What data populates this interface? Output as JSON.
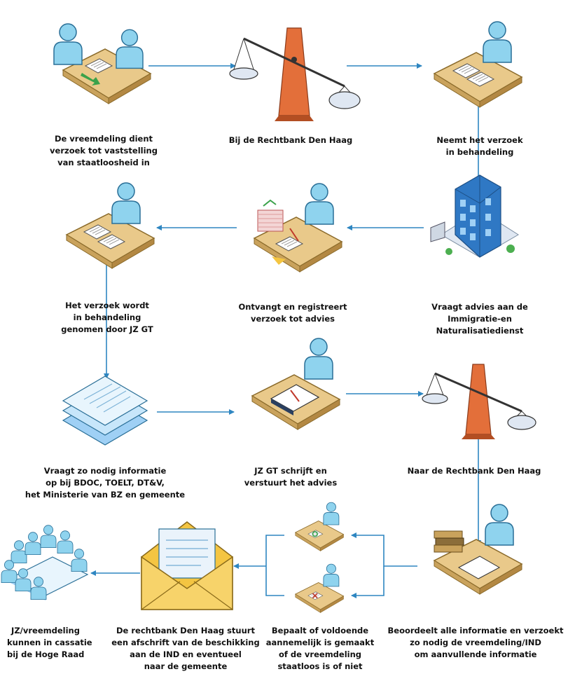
{
  "steps": [
    {
      "id": "indienen",
      "lines": [
        "De vreemdeling dient",
        "verzoek tot vaststelling",
        "van staatloosheid in"
      ]
    },
    {
      "id": "rechtbank1",
      "lines": [
        "Bij de Rechtbank Den Haag"
      ]
    },
    {
      "id": "behandeling1",
      "lines": [
        "Neemt het verzoek",
        "in behandeling"
      ]
    },
    {
      "id": "jzgt-behandeling",
      "lines": [
        "Het verzoek wordt",
        "in behandeling",
        "genomen door JZ GT"
      ]
    },
    {
      "id": "ontvangt",
      "lines": [
        "Ontvangt en registreert",
        "verzoek tot advies"
      ]
    },
    {
      "id": "ind",
      "lines": [
        "Vraagt advies aan de",
        "Immigratie-en",
        "Naturalisatiedienst"
      ]
    },
    {
      "id": "informatie",
      "lines": [
        "Vraagt zo nodig informatie",
        "op bij BDOC, TOELT, DT&V,",
        "het Ministerie van BZ en gemeente"
      ]
    },
    {
      "id": "advies",
      "lines": [
        "JZ GT schrijft en",
        "verstuurt het advies"
      ]
    },
    {
      "id": "rechtbank2",
      "lines": [
        "Naar de Rechtbank Den Haag"
      ]
    },
    {
      "id": "cassatie",
      "lines": [
        "JZ/vreemdeling",
        "kunnen in cassatie",
        "bij de Hoge Raad"
      ]
    },
    {
      "id": "afschrift",
      "lines": [
        "De rechtbank Den Haag stuurt",
        "een afschrift van de beschikking",
        "aan de IND en eventueel",
        "naar de gemeente"
      ]
    },
    {
      "id": "bepaalt",
      "lines": [
        "Bepaalt of voldoende",
        "aannemelijk is gemaakt",
        "of de vreemdeling",
        "staatloos is of niet"
      ]
    },
    {
      "id": "beoordeelt",
      "lines": [
        "Beoordeelt alle informatie en verzoekt",
        "zo nodig de vreemdeling/IND",
        "om aanvullende informatie"
      ]
    }
  ],
  "colors": {
    "arrow": "#2e86c1",
    "person": "#8fd3ee",
    "desk": "#e9c98a",
    "building": "#2f78c4",
    "scale": "#e36f3a",
    "envelope": "#f4c542"
  },
  "icons": [
    "two-people-desk-icon",
    "scales-icon",
    "person-desk-icon",
    "building-icon",
    "person-writing-icon",
    "documents-icon",
    "envelope-icon",
    "meeting-table-icon"
  ]
}
